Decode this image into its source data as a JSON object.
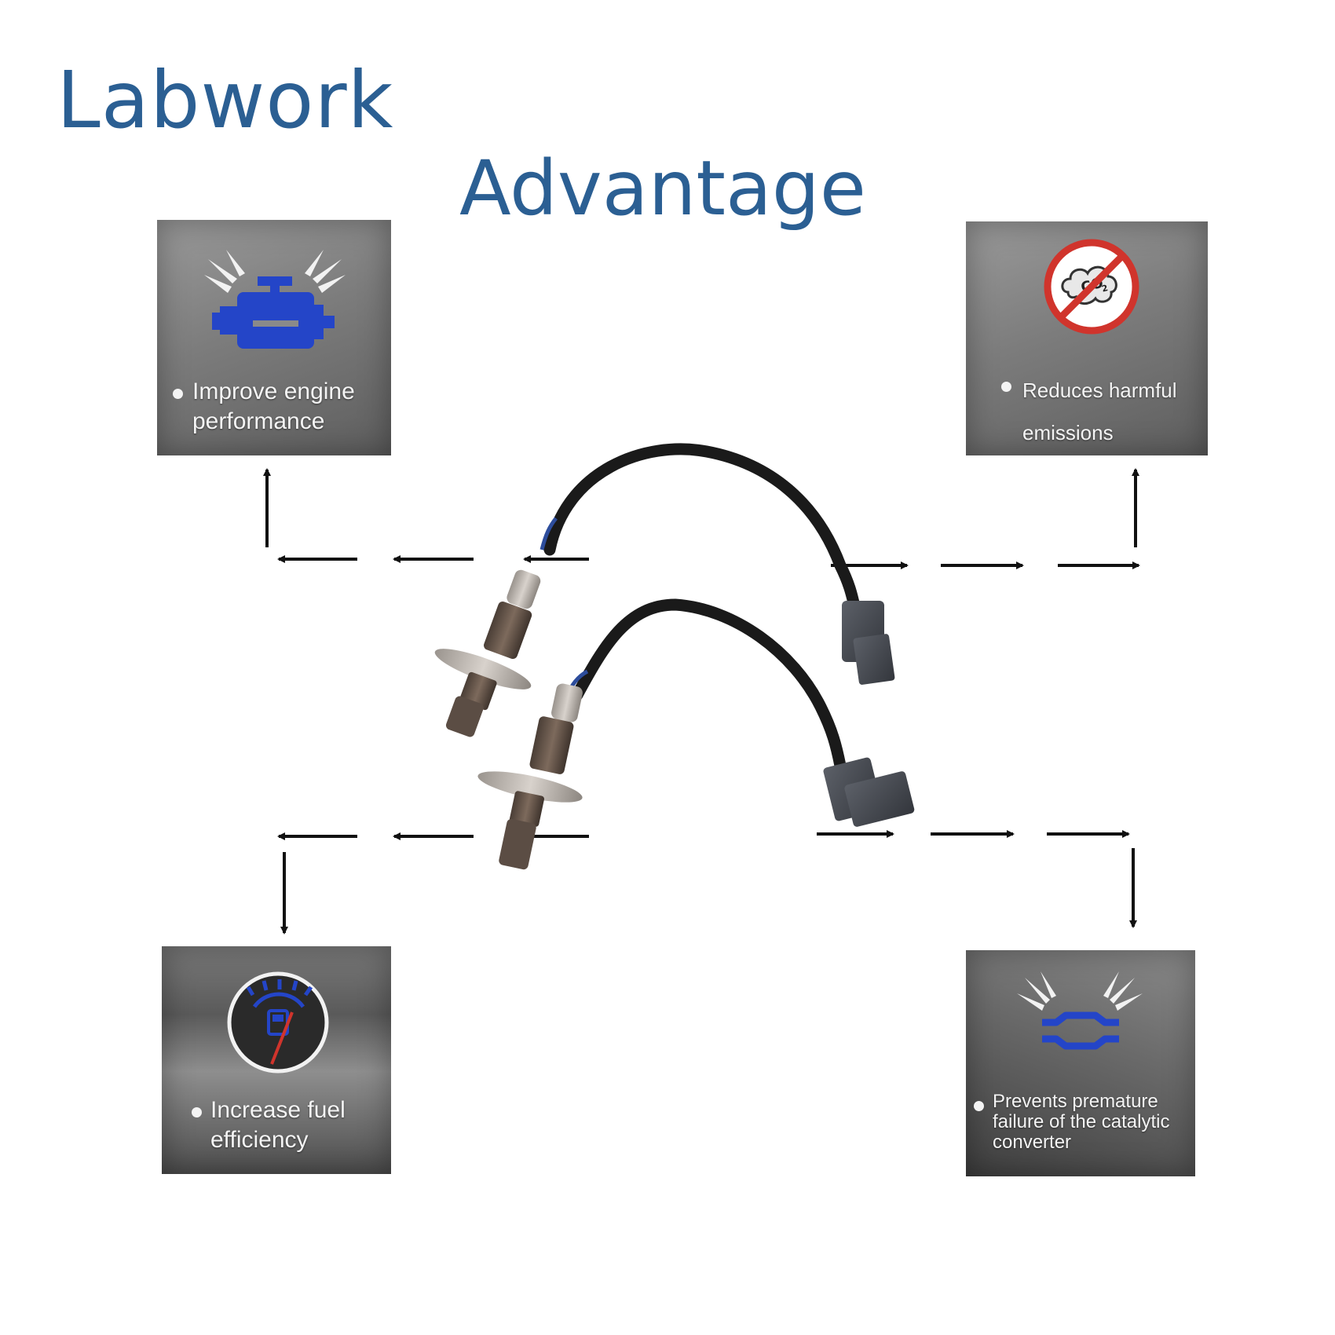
{
  "brand": "Labwork",
  "headline": "Advantage",
  "advantages": [
    {
      "lines": [
        "Improve engine",
        "performance"
      ],
      "icon": "engine-icon",
      "icon_color": "#2445c8"
    },
    {
      "lines": [
        "Reduces harmful",
        "emissions"
      ],
      "icon": "no-co2-icon",
      "icon_color": "#d0342c"
    },
    {
      "lines": [
        "Increase fuel",
        "efficiency"
      ],
      "icon": "fuel-gauge-icon",
      "icon_color": "#2445c8"
    },
    {
      "lines": [
        "Prevents premature",
        "failure of the catalytic",
        "converter"
      ],
      "icon": "catalytic-converter-icon",
      "icon_color": "#2445c8"
    }
  ],
  "co2_label": "CO",
  "co2_sub": "2",
  "colors": {
    "title": "#2b5f93",
    "arrow": "#111111",
    "cable": "#1a1a1a",
    "sensor_metal": "#6a5a4e"
  }
}
